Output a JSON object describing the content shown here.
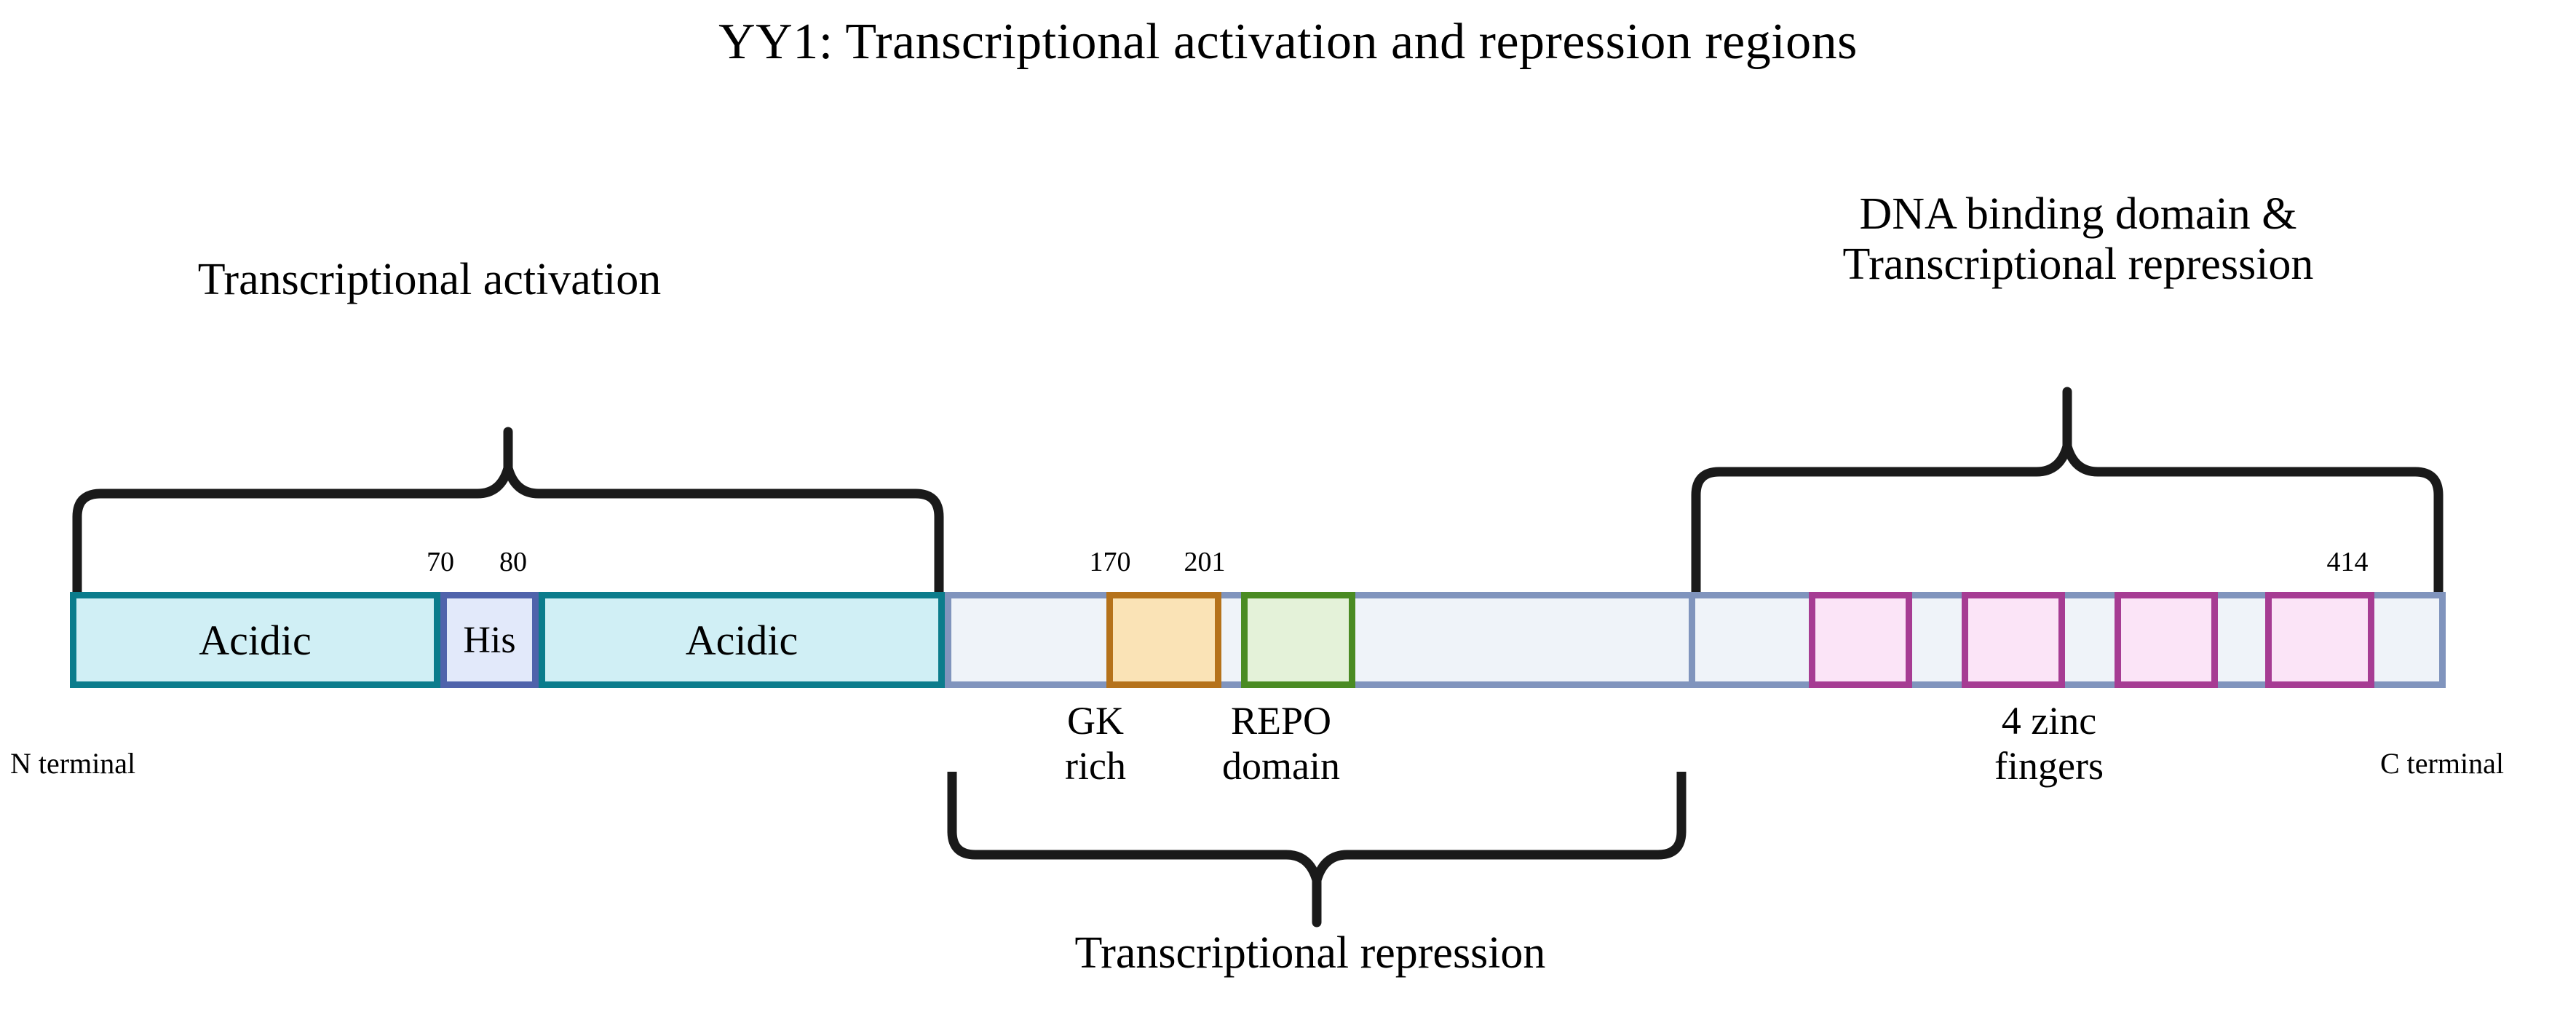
{
  "title": "YY1: Transcriptional activation and repression regions",
  "colors": {
    "acidic_border": "#0b7c8c",
    "acidic_fill": "#d0eff5",
    "his_border": "#4f63ab",
    "his_fill": "#e2e9fa",
    "backbone_border": "#8094bd",
    "backbone_fill": "#eff3f9",
    "gk_border": "#b5721b",
    "gk_fill": "#fae3b6",
    "repo_border": "#4a8b23",
    "repo_fill": "#e4f2d9",
    "zinc_border": "#a63c93",
    "zinc_fill": "#fbe4f7",
    "brace": "#1a1a1a"
  },
  "regions": {
    "activation": "Transcriptional activation",
    "dna_binding_line1": "DNA binding domain &",
    "dna_binding_line2": "Transcriptional repression",
    "repression": "Transcriptional repression"
  },
  "terminals": {
    "n": "N terminal",
    "c": "C terminal"
  },
  "residue_numbers": {
    "his_start": "70",
    "his_end": "80",
    "gk_start": "170",
    "repo_end": "201",
    "c_end": "414"
  },
  "segments": [
    {
      "id": "acidic-1",
      "label": "Acidic",
      "type": "acidic"
    },
    {
      "id": "his",
      "label": "His",
      "type": "his"
    },
    {
      "id": "acidic-2",
      "label": "Acidic",
      "type": "acidic"
    },
    {
      "id": "backbone",
      "label": "",
      "type": "backbone"
    },
    {
      "id": "gk-rich",
      "label": "",
      "type": "gk"
    },
    {
      "id": "repo",
      "label": "",
      "type": "repo"
    },
    {
      "id": "zinc-finger-1",
      "label": "",
      "type": "zinc"
    },
    {
      "id": "zinc-finger-2",
      "label": "",
      "type": "zinc"
    },
    {
      "id": "zinc-finger-3",
      "label": "",
      "type": "zinc"
    },
    {
      "id": "zinc-finger-4",
      "label": "",
      "type": "zinc"
    }
  ],
  "feature_captions": {
    "gk_rich_line1": "GK",
    "gk_rich_line2": "rich",
    "repo_line1": "REPO",
    "repo_line2": "domain",
    "zinc_line1": "4 zinc",
    "zinc_line2": "fingers"
  },
  "chart_data": {
    "type": "diagram",
    "protein": "YY1",
    "length_residues": 414,
    "title": "YY1: Transcriptional activation and repression regions",
    "domains": [
      {
        "name": "Acidic",
        "start": 1,
        "end": 70,
        "color": "#d0eff5"
      },
      {
        "name": "His",
        "start": 70,
        "end": 80,
        "color": "#e2e9fa"
      },
      {
        "name": "Acidic",
        "start": 80,
        "end": 150,
        "color": "#d0eff5"
      },
      {
        "name": "GK rich",
        "start": 170,
        "end": 185,
        "color": "#fae3b6"
      },
      {
        "name": "REPO domain",
        "start": 186,
        "end": 201,
        "color": "#e4f2d9"
      },
      {
        "name": "Zinc finger 1",
        "start": 298,
        "end": 320,
        "color": "#fbe4f7"
      },
      {
        "name": "Zinc finger 2",
        "start": 327,
        "end": 349,
        "color": "#fbe4f7"
      },
      {
        "name": "Zinc finger 3",
        "start": 355,
        "end": 377,
        "color": "#fbe4f7"
      },
      {
        "name": "Zinc finger 4",
        "start": 383,
        "end": 414,
        "color": "#fbe4f7"
      }
    ],
    "annotated_regions": [
      {
        "label": "Transcriptional activation",
        "side": "top",
        "start": 1,
        "end": 150
      },
      {
        "label": "Transcriptional repression",
        "side": "bottom",
        "start": 154,
        "end": 298
      },
      {
        "label": "DNA binding domain & Transcriptional repression",
        "side": "top",
        "start": 298,
        "end": 414
      }
    ],
    "tick_labels": [
      "70",
      "80",
      "170",
      "201",
      "414"
    ]
  }
}
